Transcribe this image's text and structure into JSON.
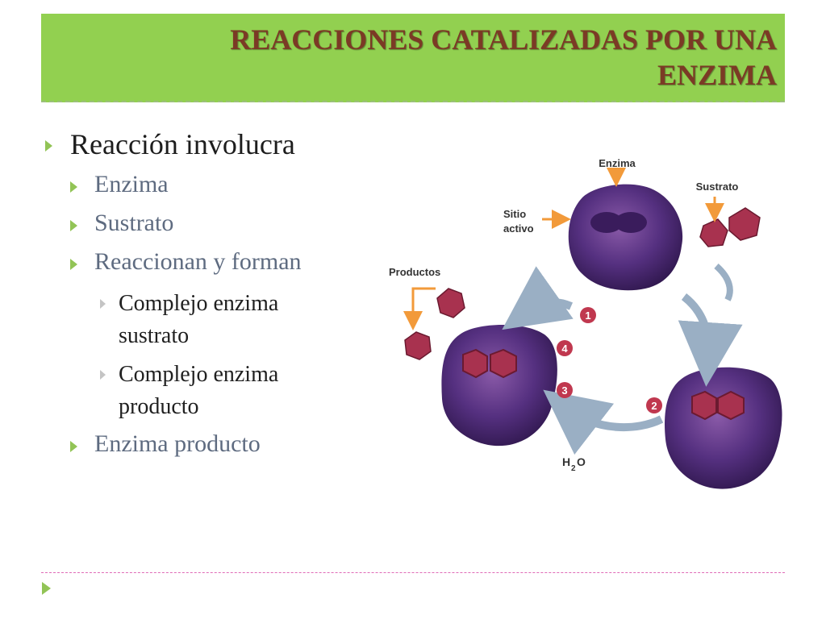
{
  "title": {
    "line1": "REACCIONES CATALIZADAS POR UNA",
    "line2": "ENZIMA"
  },
  "bullets": {
    "level1": "Reacción involucra",
    "items": [
      "Enzima",
      "Sustrato",
      "Reaccionan y forman"
    ],
    "subitems": [
      {
        "line1": "Complejo enzima",
        "line2": "sustrato"
      },
      {
        "line1": "Complejo enzima",
        "line2": "producto"
      }
    ],
    "last": "Enzima producto"
  },
  "diagram": {
    "label_enzima": "Enzima",
    "label_sustrato": "Sustrato",
    "label_sitio": "Sitio",
    "label_activo": "activo",
    "label_productos": "Productos",
    "step1": "1",
    "step2": "2",
    "step3": "3",
    "step4": "4",
    "water_h": "H",
    "water_2": "2",
    "water_o": "O"
  },
  "colors": {
    "title_bg": "#92d050",
    "title_text": "#7b3a25",
    "enzyme": "#4a2870",
    "substrate": "#a8324f",
    "arrow": "#9aafc4",
    "label_arrow": "#f29a3a",
    "step_circle": "#c0384f"
  }
}
